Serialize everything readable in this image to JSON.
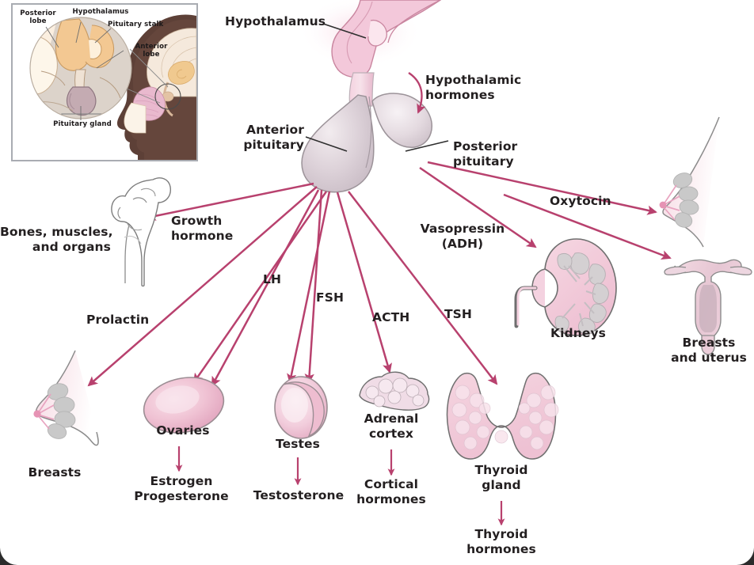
{
  "figure": {
    "title": "Pituitary gland hormones and target organs",
    "type": "anatomical-flow-diagram"
  },
  "colors": {
    "arrow": "#b8416e",
    "gland_pink": "#eec3d2",
    "gland_pink_dark": "#d99bb4",
    "pituitary_grey": "#d6cdd3",
    "skin_dark": "#5d4037",
    "brain_cream": "#f2e4d5",
    "inset_border": "#a9acb2",
    "text": "#231f20",
    "leader_line": "#3a3a3a",
    "page_bg": "#ffffff",
    "frame_bg": "#2b2b2b"
  },
  "inset": {
    "labels": [
      {
        "id": "posterior-lobe",
        "text": "Posterior\nlobe"
      },
      {
        "id": "hypothalamus",
        "text": "Hypothalamus"
      },
      {
        "id": "pituitary-stalk",
        "text": "Pituitary stalk"
      },
      {
        "id": "anterior-lobe",
        "text": "Anterior\nlobe"
      },
      {
        "id": "pituitary-gland",
        "text": "Pituitary gland"
      }
    ]
  },
  "main_labels": {
    "hypothalamus": "Hypothalamus",
    "hypothalamic_hormones": "Hypothalamic\nhormones",
    "anterior_pituitary": "Anterior\npituitary",
    "posterior_pituitary": "Posterior\npituitary"
  },
  "hormones": [
    {
      "id": "growth-hormone",
      "name": "Growth\nhormone",
      "source": "anterior pituitary",
      "target": "Bones, muscles, and organs"
    },
    {
      "id": "prolactin",
      "name": "Prolactin",
      "source": "anterior pituitary",
      "target": "Breasts"
    },
    {
      "id": "lh",
      "name": "LH",
      "source": "anterior pituitary",
      "target": "Ovaries and Testes"
    },
    {
      "id": "fsh",
      "name": "FSH",
      "source": "anterior pituitary",
      "target": "Ovaries and Testes"
    },
    {
      "id": "acth",
      "name": "ACTH",
      "source": "anterior pituitary",
      "target": "Adrenal cortex"
    },
    {
      "id": "tsh",
      "name": "TSH",
      "source": "anterior pituitary",
      "target": "Thyroid gland"
    },
    {
      "id": "vasopressin",
      "name": "Vasopressin\n(ADH)",
      "source": "posterior pituitary",
      "target": "Kidneys"
    },
    {
      "id": "oxytocin",
      "name": "Oxytocin",
      "source": "posterior pituitary",
      "target": "Breasts and uterus"
    }
  ],
  "targets": [
    {
      "id": "bones-muscles-organs",
      "label": "Bones, muscles,\nand organs",
      "secretes": null
    },
    {
      "id": "breasts",
      "label": "Breasts",
      "secretes": null
    },
    {
      "id": "ovaries",
      "label": "Ovaries",
      "secretes": "Estrogen\nProgesterone"
    },
    {
      "id": "testes",
      "label": "Testes",
      "secretes": "Testosterone"
    },
    {
      "id": "adrenal-cortex",
      "label": "Adrenal\ncortex",
      "secretes": "Cortical\nhormones"
    },
    {
      "id": "thyroid-gland",
      "label": "Thyroid\ngland",
      "secretes": "Thyroid\nhormones"
    },
    {
      "id": "kidneys",
      "label": "Kidneys",
      "secretes": null
    },
    {
      "id": "breasts-and-uterus",
      "label": "Breasts\nand uterus",
      "secretes": null
    }
  ],
  "secretion_labels": {
    "estrogen_progesterone": "Estrogen\nProgesterone",
    "testosterone": "Testosterone",
    "cortical_hormones": "Cortical\nhormones",
    "thyroid_hormones": "Thyroid\nhormones"
  }
}
